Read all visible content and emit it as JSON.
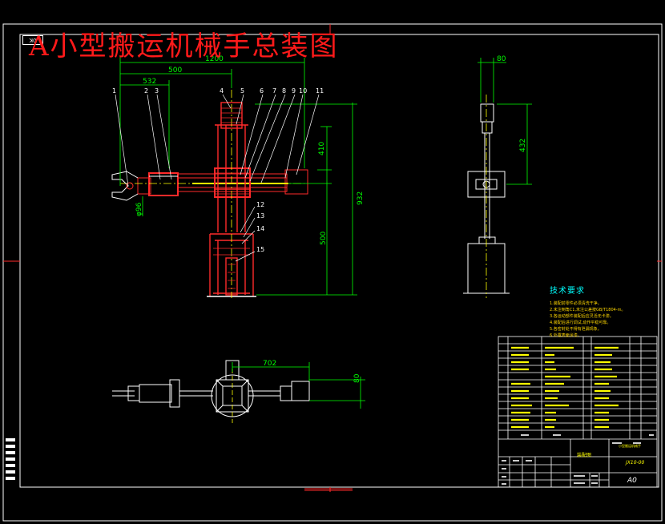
{
  "title": "A小型搬运机械手总装图",
  "corner_tag": "0K",
  "dimensions": {
    "d1200": "1200",
    "d500_top": "500",
    "d532": "532",
    "d80_side": "80",
    "d432": "432",
    "d410": "410",
    "d932": "932",
    "d500_right": "500",
    "d702": "702",
    "d80_plan": "80",
    "d96": "φ96"
  },
  "balloons": [
    "1",
    "2",
    "3",
    "4",
    "5",
    "6",
    "7",
    "8",
    "9",
    "10",
    "11",
    "12",
    "13",
    "14",
    "15"
  ],
  "tech_requirements": {
    "heading": "技术要求",
    "lines": [
      "1.装配前零件必须清洗干净。",
      "2.未注倒角C1,未注公差按GB/T1804-m。",
      "3.各运动部件装配后应灵活无卡滞。",
      "4.装配后进行调试,动作平稳可靠。",
      "5.各密封处不得有泄漏现象。",
      "6.外露表面涂漆。"
    ]
  },
  "sheet_size": "A0",
  "drawing_no": "JX10-00",
  "corp_label": "装配图",
  "assembly_name": "小型搬运机械手"
}
